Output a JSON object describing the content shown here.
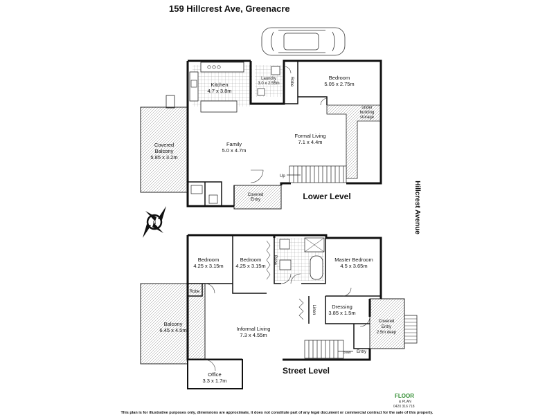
{
  "title": "159 Hillcrest Ave, Greenacre",
  "street_label": "Hillcrest Avenue",
  "compass_label": "N",
  "lower_level": {
    "label": "Lower Level",
    "rooms": {
      "kitchen": {
        "name": "Kitchen",
        "size": "4.7 x 3.8m"
      },
      "laundry": {
        "name": "Laundry",
        "size": "3.0 x 2.55m"
      },
      "robe": {
        "name": "Robe"
      },
      "bedroom": {
        "name": "Bedroom",
        "size": "5.05 x 2.75m"
      },
      "storage": {
        "line1": "under",
        "line2": "building",
        "line3": "storage"
      },
      "balcony": {
        "name1": "Covered",
        "name2": "Balcony",
        "size": "5.85 x 3.2m"
      },
      "family": {
        "name": "Family",
        "size": "5.0 x 4.7m"
      },
      "formal_living": {
        "name": "Formal Living",
        "size": "7.1 x 4.4m"
      },
      "covered_entry": {
        "name1": "Covered",
        "name2": "Entry"
      },
      "stair": {
        "label": "Up"
      }
    }
  },
  "street_level": {
    "label": "Street Level",
    "rooms": {
      "bedroom1": {
        "name": "Bedroom",
        "size": "4.25 x 3.15m"
      },
      "bedroom2": {
        "name": "Bedroom",
        "size": "4.25 x 3.15m"
      },
      "robe_a": {
        "name": "Robe"
      },
      "robe_b": {
        "name": "Robe"
      },
      "master": {
        "name": "Master Bedroom",
        "size": "4.5 x 3.65m"
      },
      "linen": {
        "name": "Linen"
      },
      "dressing": {
        "name": "Dressing",
        "size": "3.85 x 1.5m"
      },
      "balcony": {
        "name": "Balcony",
        "size": "6.45 x 4.5m"
      },
      "informal_living": {
        "name": "Informal Living",
        "size": "7.3 x 4.55m"
      },
      "covered_entry": {
        "name1": "Covered",
        "name2": "Entry",
        "size": "2.5m deep"
      },
      "entry": {
        "name": "Entry"
      },
      "stair": {
        "label": "Down"
      },
      "office": {
        "name": "Office",
        "size": "3.3 x 1.7m"
      }
    }
  },
  "logo": {
    "line1": "FLOOR",
    "line2": "& PLAN",
    "phone": "0420 316 718"
  },
  "disclaimer": "This plan is for illustrative purposes only, dimensions are approximate, it does not constitute part of any legal document or commercial contract for the sale of this property."
}
